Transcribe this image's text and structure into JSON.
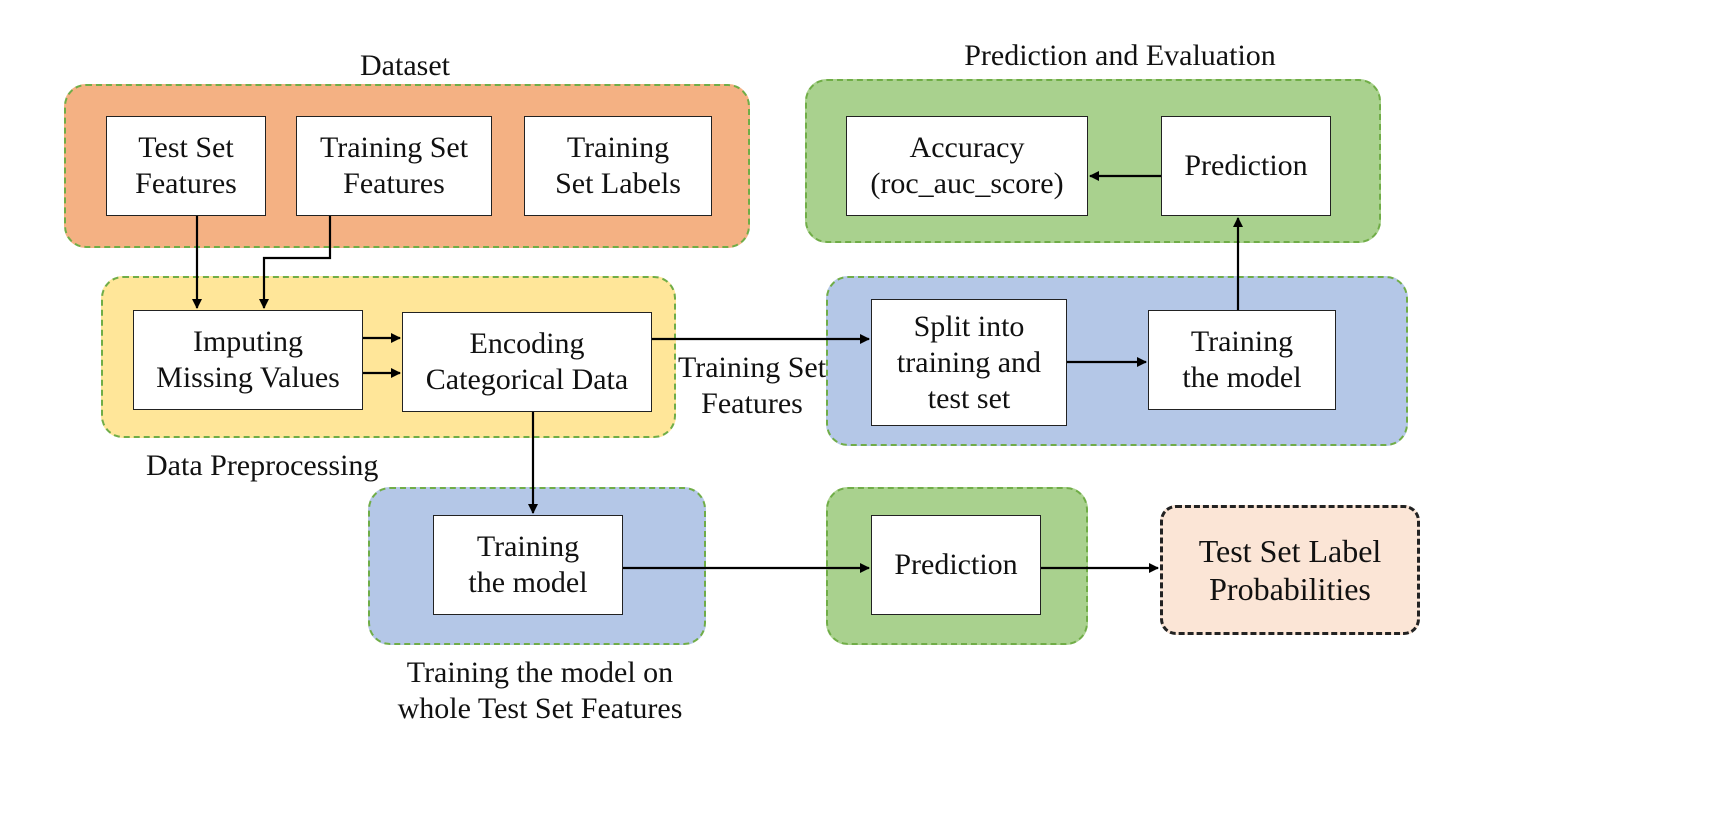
{
  "colors": {
    "dataset_fill": "#F4B183",
    "preprocessing_fill": "#FFE699",
    "blue_fill": "#B4C7E7",
    "green_fill": "#A9D18E",
    "group_border": "#70AD47",
    "output_fill": "#FBE5D6"
  },
  "labels": {
    "dataset": "Dataset",
    "prediction_evaluation": "Prediction and Evaluation",
    "data_preprocessing": "Data Preprocessing",
    "training_set_features_edge": [
      "Training Set",
      "Features"
    ],
    "whole_training": [
      "Training the model on",
      "whole Test Set Features"
    ]
  },
  "nodes": {
    "test_set_features": [
      "Test Set",
      "Features"
    ],
    "training_set_features": [
      "Training Set",
      "Features"
    ],
    "training_set_labels": [
      "Training",
      "Set Labels"
    ],
    "imputing": [
      "Imputing",
      "Missing Values"
    ],
    "encoding": [
      "Encoding",
      "Categorical Data"
    ],
    "split": [
      "Split into",
      "training and",
      "test set"
    ],
    "train_eval": [
      "Training",
      "the model"
    ],
    "prediction_eval": [
      "Prediction"
    ],
    "accuracy": [
      "Accuracy",
      "(roc_auc_score)"
    ],
    "train_full": [
      "Training",
      "the model"
    ],
    "prediction_full": [
      "Prediction"
    ],
    "output": [
      "Test Set Label",
      "Probabilities"
    ]
  }
}
